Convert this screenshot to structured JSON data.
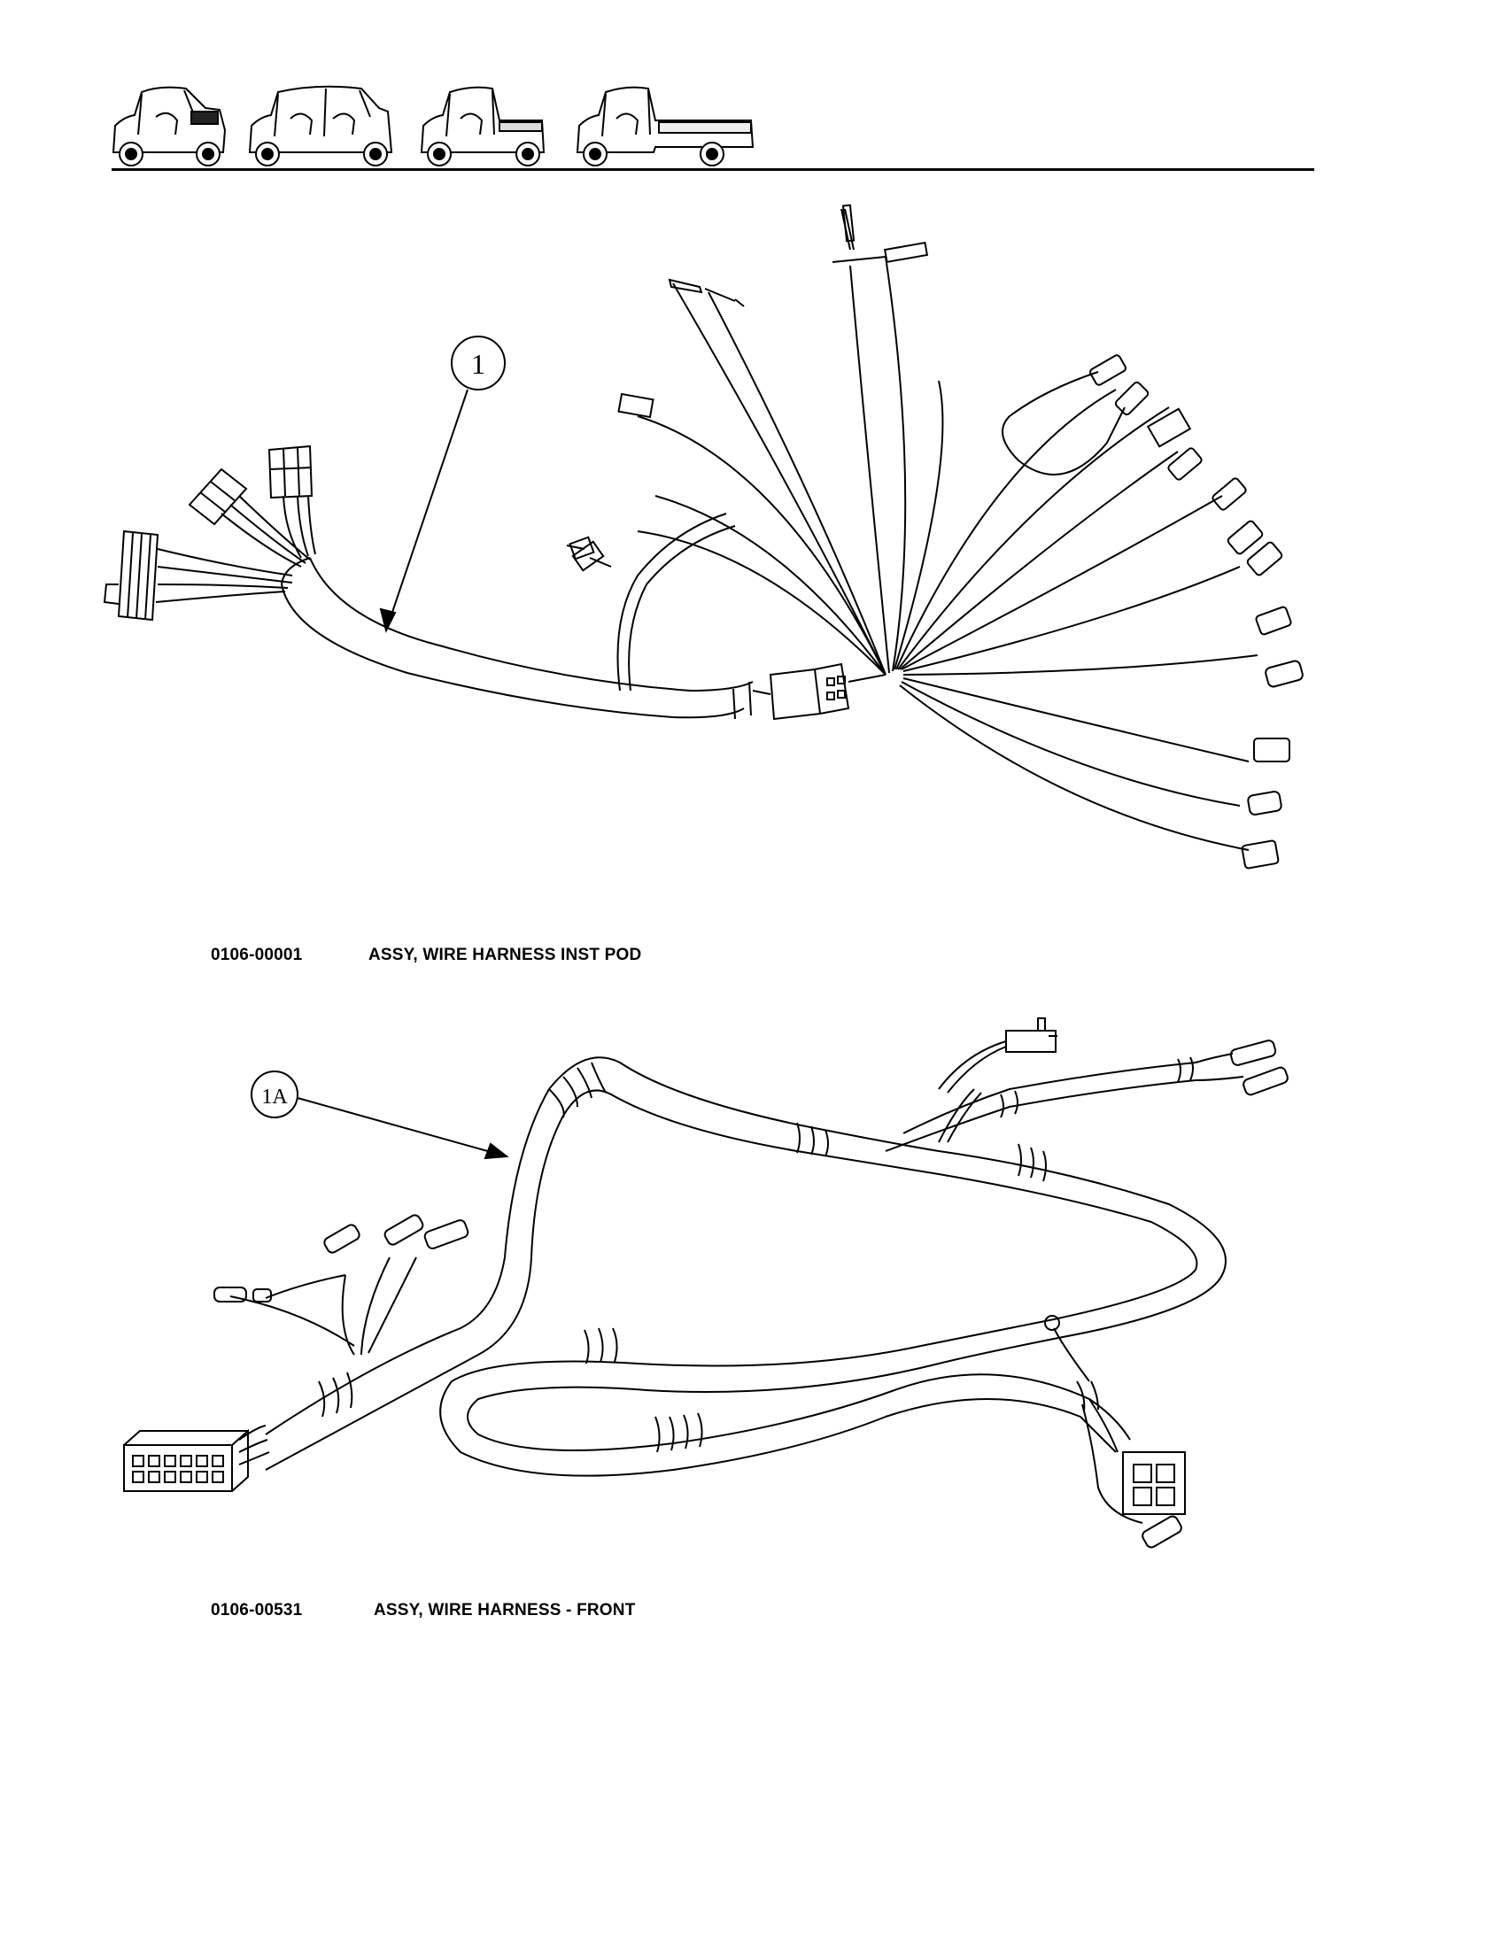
{
  "header": {
    "vehicle_icons": [
      "vehicle-2-seat-icon",
      "vehicle-4-seat-icon",
      "vehicle-short-bed-icon",
      "vehicle-long-bed-icon"
    ]
  },
  "figures": [
    {
      "callout": "1",
      "part_number": "0106-00001",
      "description": "ASSY, WIRE HARNESS INST POD"
    },
    {
      "callout": "1A",
      "part_number": "0106-00531",
      "description": "ASSY, WIRE HARNESS - FRONT"
    }
  ]
}
